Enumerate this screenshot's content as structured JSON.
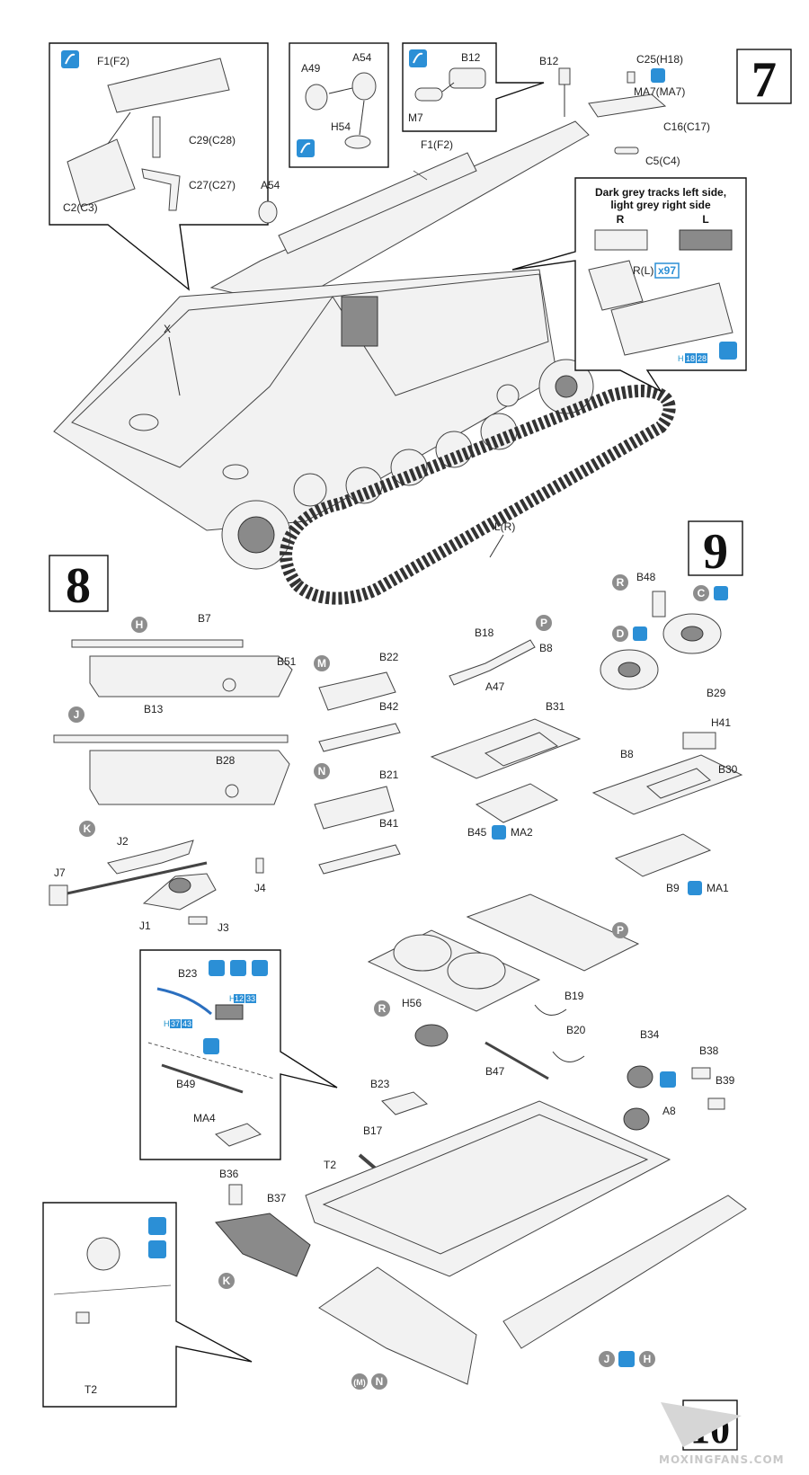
{
  "steps": {
    "s7": "7",
    "s8": "8",
    "s9": "9",
    "s10": "10"
  },
  "step7": {
    "inset_f1": {
      "f1": "F1(F2)",
      "c29": "C29(C28)",
      "c27": "C27(C27)",
      "c2": "C2(C3)"
    },
    "inset_a": {
      "a49": "A49",
      "a54": "A54",
      "h54": "H54"
    },
    "inset_b12": {
      "b12": "B12",
      "m7": "M7"
    },
    "labels": {
      "b12": "B12",
      "c25": "C25(H18)",
      "ma7": "MA7(MA7)",
      "c16": "C16(C17)",
      "c5": "C5(C4)",
      "f1": "F1(F2)",
      "a54": "A54",
      "x": "X",
      "lr": "L(R)"
    },
    "tracks_note": {
      "line1": "Dark grey tracks left side,",
      "line2": "light grey right side",
      "r": "R",
      "l": "L",
      "rl": "R(L)",
      "x97": "x97",
      "h": "H",
      "n18": "18",
      "n28": "28"
    }
  },
  "step8": {
    "circles": {
      "h": "H",
      "j": "J",
      "k": "K",
      "m": "M",
      "n": "N"
    },
    "labels": {
      "b7": "B7",
      "b51": "B51",
      "b13": "B13",
      "b28": "B28",
      "b22": "B22",
      "b42": "B42",
      "b21": "B21",
      "b41": "B41",
      "j2": "J2",
      "j7": "J7",
      "j4": "J4",
      "j1": "J1",
      "j3": "J3"
    }
  },
  "step9": {
    "circles": {
      "p": "P",
      "r": "R",
      "c": "C",
      "d": "D"
    },
    "labels": {
      "b18": "B18",
      "b8a": "B8",
      "a47": "A47",
      "b31": "B31",
      "b45": "B45",
      "ma2": "MA2",
      "b48": "B48",
      "b29": "B29",
      "h41": "H41",
      "b8b": "B8",
      "b30": "B30",
      "b9": "B9",
      "ma1": "MA1"
    }
  },
  "step10": {
    "circles": {
      "p": "P",
      "r": "R",
      "k": "K",
      "j": "J",
      "h": "H",
      "m": "(M)",
      "n": "N"
    },
    "labels": {
      "b23": "B23",
      "b49": "B49",
      "ma4": "MA4",
      "h56": "H56",
      "b19": "B19",
      "b20": "B20",
      "b34": "B34",
      "b38": "B38",
      "b39": "B39",
      "a8": "A8",
      "b47": "B47",
      "b23b": "B23",
      "b17": "B17",
      "t2": "T2",
      "b36": "B36",
      "b37": "B37",
      "t2b": "T2"
    },
    "paint": {
      "h": "H",
      "n12": "12",
      "n33": "33",
      "n37": "37",
      "n43": "43"
    }
  },
  "watermark": "MOXINGFANS.COM"
}
